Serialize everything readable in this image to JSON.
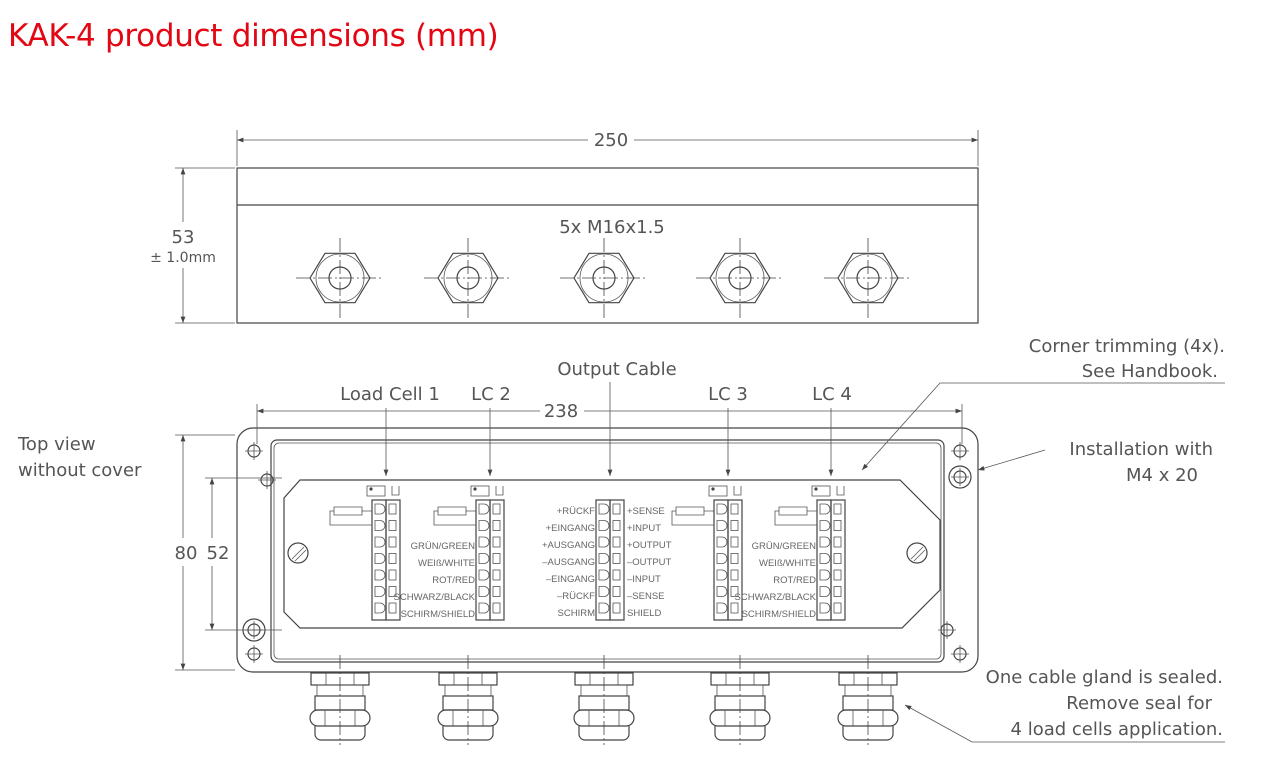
{
  "title": "KAK-4 product dimensions (mm)",
  "side_view": {
    "width_dim": "250",
    "height_dim": "53",
    "height_tol": "± 1.0mm",
    "thread_label": "5x M16x1.5"
  },
  "top_view": {
    "caption_line1": "Top view",
    "caption_line2": "without cover",
    "width_dim": "238",
    "outer_height_dim": "80",
    "inner_height_dim": "52",
    "connectors": [
      "Load Cell 1",
      "LC 2",
      "Output Cable",
      "LC 3",
      "LC 4"
    ],
    "lc_wire_labels": [
      "GRÜN/GREEN",
      "WEIß/WHITE",
      "ROT/RED",
      "SCHWARZ/BLACK",
      "SCHIRM/SHIELD"
    ],
    "output_labels_de": [
      "+RÜCKF",
      "+EINGANG",
      "+AUSGANG",
      "–AUSGANG",
      "–EINGANG",
      "–RÜCKF",
      "SCHIRM"
    ],
    "output_labels_en": [
      "+SENSE",
      "+INPUT",
      "+OUTPUT",
      "–OUTPUT",
      "–INPUT",
      "–SENSE",
      "SHIELD"
    ]
  },
  "annotations": {
    "corner_line1": "Corner trimming (4x).",
    "corner_line2": "See Handbook.",
    "install_line1": "Installation with",
    "install_line2": "M4 x 20",
    "gland_line1": "One cable gland is sealed.",
    "gland_line2": "Remove seal for",
    "gland_line3": "4 load cells application."
  },
  "colors": {
    "title": "#e30613",
    "line": "#444444"
  }
}
